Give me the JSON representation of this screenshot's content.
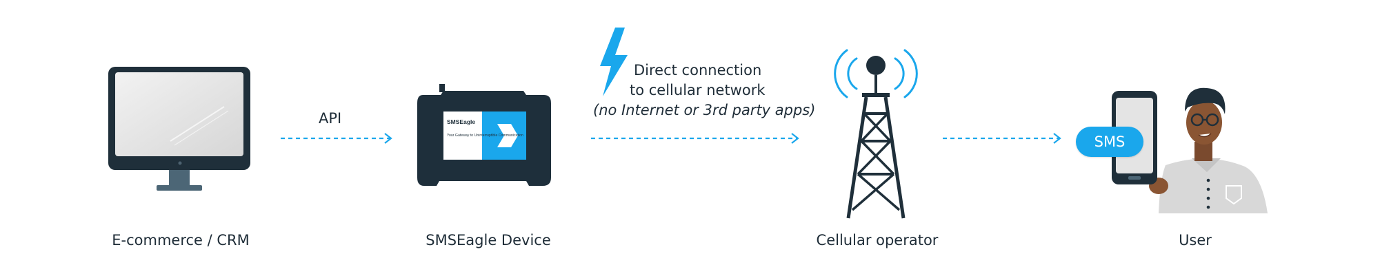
{
  "nodes": {
    "ecommerce": {
      "label": "E-commerce / CRM"
    },
    "device": {
      "label": "SMSEagle Device",
      "brand": "SMSEagle",
      "tagline": "Your Gateway to Uninterruptible Communication"
    },
    "tower": {
      "label": "Cellular operator"
    },
    "user": {
      "label": "User"
    }
  },
  "connections": {
    "api": {
      "label": "API"
    },
    "direct": {
      "line1": "Direct connection",
      "line2": "to cellular network",
      "note": "(no Internet or 3rd party apps)"
    },
    "sms": {
      "label": "SMS"
    }
  },
  "icons": [
    "monitor-icon",
    "smseagle-device-icon",
    "lightning-icon",
    "cell-tower-icon",
    "smartphone-icon",
    "user-person-icon"
  ],
  "colors": {
    "accent": "#1aa7ec",
    "dark": "#1f2f3a",
    "text": "#1f2d38"
  }
}
